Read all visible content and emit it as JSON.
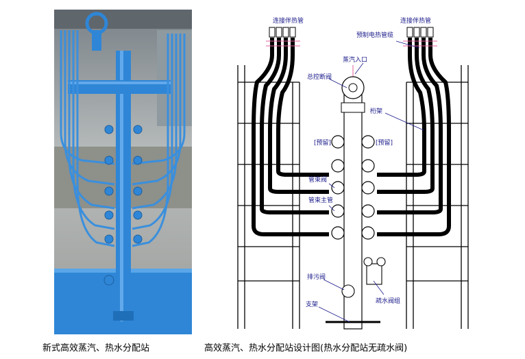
{
  "captions": {
    "left": "新式高效蒸汽、热水分配站",
    "right": "高效蒸汽、热水分配站设计图(热水分配站无疏水阀)"
  },
  "drawing_labels": {
    "top_left": "连接伴热管",
    "top_right": "连接伴热管",
    "heat_tube": "预制电热管缆",
    "steam_inlet": "蒸汽入口",
    "main_valve": "总控断阀",
    "bracket": "桁架",
    "spare_left": "[预留]",
    "spare_right": "[预留]",
    "branch_valve": "管束阀",
    "branch_main": "管束主管",
    "drain_valve": "排污阀",
    "support": "支架",
    "trap_valve": "疏水阀组"
  },
  "colors": {
    "equipment_blue": "#2f86d6",
    "label_blue": "#1a1a8a",
    "pink_line": "#e0609a"
  }
}
